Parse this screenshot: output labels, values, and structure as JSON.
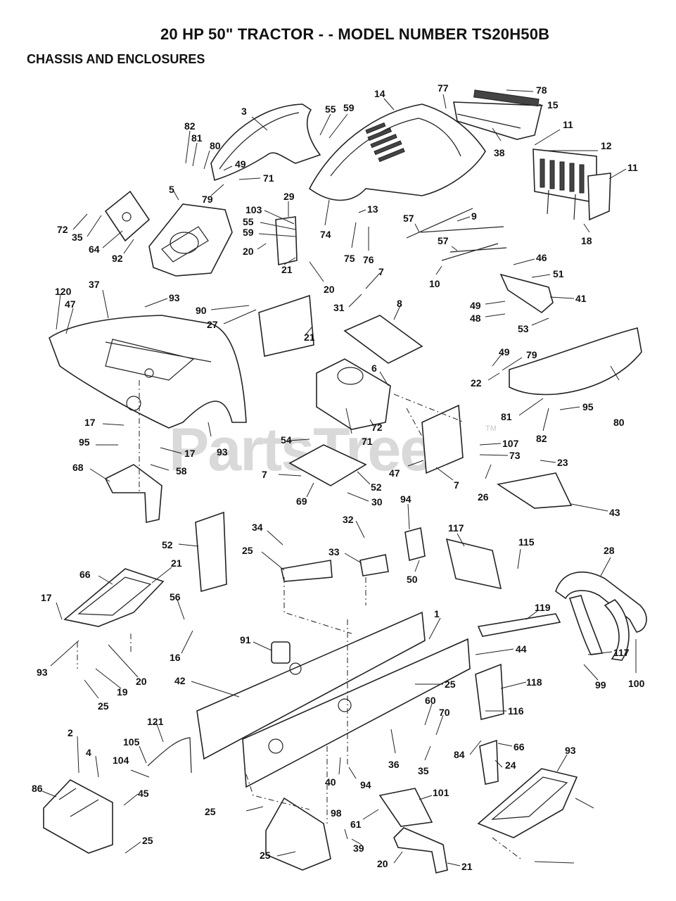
{
  "header": {
    "title": "20 HP 50\" TRACTOR - - MODEL NUMBER TS20H50B",
    "subtitle": "CHASSIS AND ENCLOSURES"
  },
  "watermark": {
    "text": "PartsTree",
    "tm": "TM",
    "color": "#d9d9d9"
  },
  "callouts": [
    "3",
    "55",
    "59",
    "14",
    "77",
    "78",
    "15",
    "11",
    "12",
    "11",
    "82",
    "81",
    "80",
    "49",
    "71",
    "79",
    "38",
    "18",
    "5",
    "13",
    "9",
    "57",
    "57",
    "10",
    "29",
    "103",
    "55",
    "59",
    "20",
    "21",
    "20",
    "74",
    "75",
    "76",
    "72",
    "35",
    "64",
    "92",
    "46",
    "51",
    "49",
    "48",
    "41",
    "53",
    "7",
    "31",
    "8",
    "93",
    "37",
    "93",
    "120",
    "47",
    "90",
    "27",
    "21",
    "6",
    "72",
    "71",
    "49",
    "79",
    "22",
    "80",
    "81",
    "82",
    "95",
    "17",
    "95",
    "17",
    "58",
    "68",
    "107",
    "73",
    "26",
    "23",
    "47",
    "7",
    "54",
    "7",
    "52",
    "30",
    "69",
    "43",
    "52",
    "34",
    "25",
    "32",
    "33",
    "94",
    "50",
    "117",
    "115",
    "28",
    "66",
    "21",
    "17",
    "93",
    "20",
    "19",
    "25",
    "56",
    "16",
    "91",
    "42",
    "1",
    "25",
    "44",
    "116",
    "118",
    "119",
    "117",
    "99",
    "100",
    "121",
    "105",
    "104",
    "2",
    "4",
    "86",
    "45",
    "25",
    "60",
    "70",
    "35",
    "36",
    "40",
    "94",
    "101",
    "61",
    "25",
    "98",
    "39",
    "25",
    "20",
    "21",
    "84",
    "66",
    "24",
    "93"
  ]
}
